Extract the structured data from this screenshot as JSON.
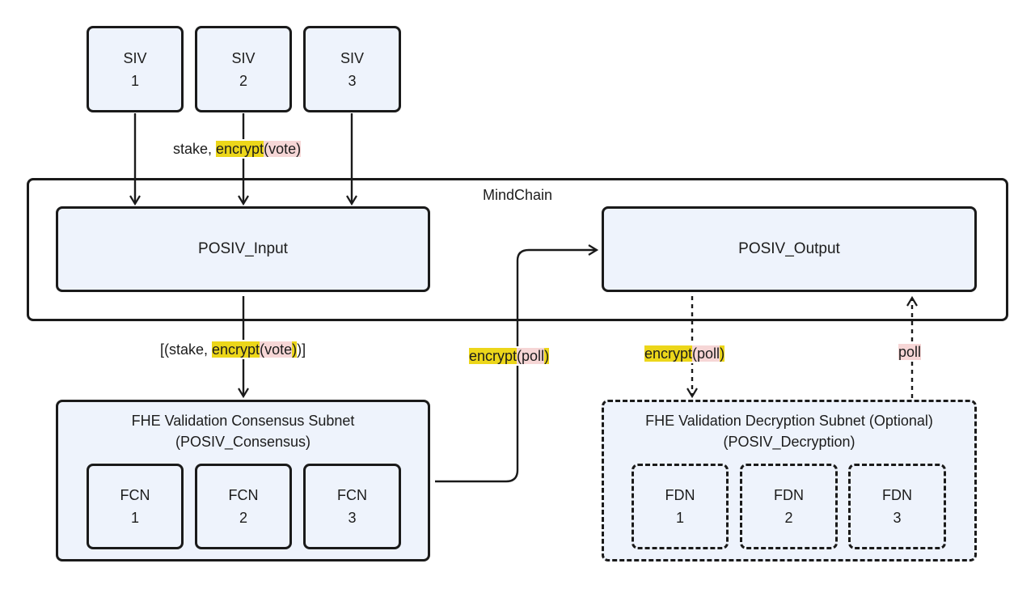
{
  "siv_nodes": [
    {
      "name": "SIV",
      "num": "1"
    },
    {
      "name": "SIV",
      "num": "2"
    },
    {
      "name": "SIV",
      "num": "3"
    }
  ],
  "siv_edge_label": {
    "prefix": "stake, ",
    "fn": "encrypt",
    "open": "(",
    "arg": "vote",
    "close": ")"
  },
  "mindchain": {
    "title": "MindChain",
    "input": "POSIV_Input",
    "output": "POSIV_Output"
  },
  "input_edge_label": {
    "prefix": "[(stake, ",
    "fn": "encrypt",
    "open": "(",
    "arg": "vote",
    "close": ")",
    "suffix": ")]"
  },
  "consensus_edge_label": {
    "fn": "encrypt",
    "open": "(",
    "arg": "poll",
    "close": ")"
  },
  "output_edge_label": {
    "fn": "encrypt",
    "open": "(",
    "arg": "poll",
    "close": ")"
  },
  "return_edge_label": {
    "arg": "poll"
  },
  "consensus_subnet": {
    "title": "FHE Validation Consensus Subnet",
    "subtitle": "(POSIV_Consensus)",
    "nodes": [
      {
        "name": "FCN",
        "num": "1"
      },
      {
        "name": "FCN",
        "num": "2"
      },
      {
        "name": "FCN",
        "num": "3"
      }
    ]
  },
  "decryption_subnet": {
    "title": "FHE Validation Decryption Subnet (Optional)",
    "subtitle": "(POSIV_Decryption)",
    "nodes": [
      {
        "name": "FDN",
        "num": "1"
      },
      {
        "name": "FDN",
        "num": "2"
      },
      {
        "name": "FDN",
        "num": "3"
      }
    ]
  }
}
